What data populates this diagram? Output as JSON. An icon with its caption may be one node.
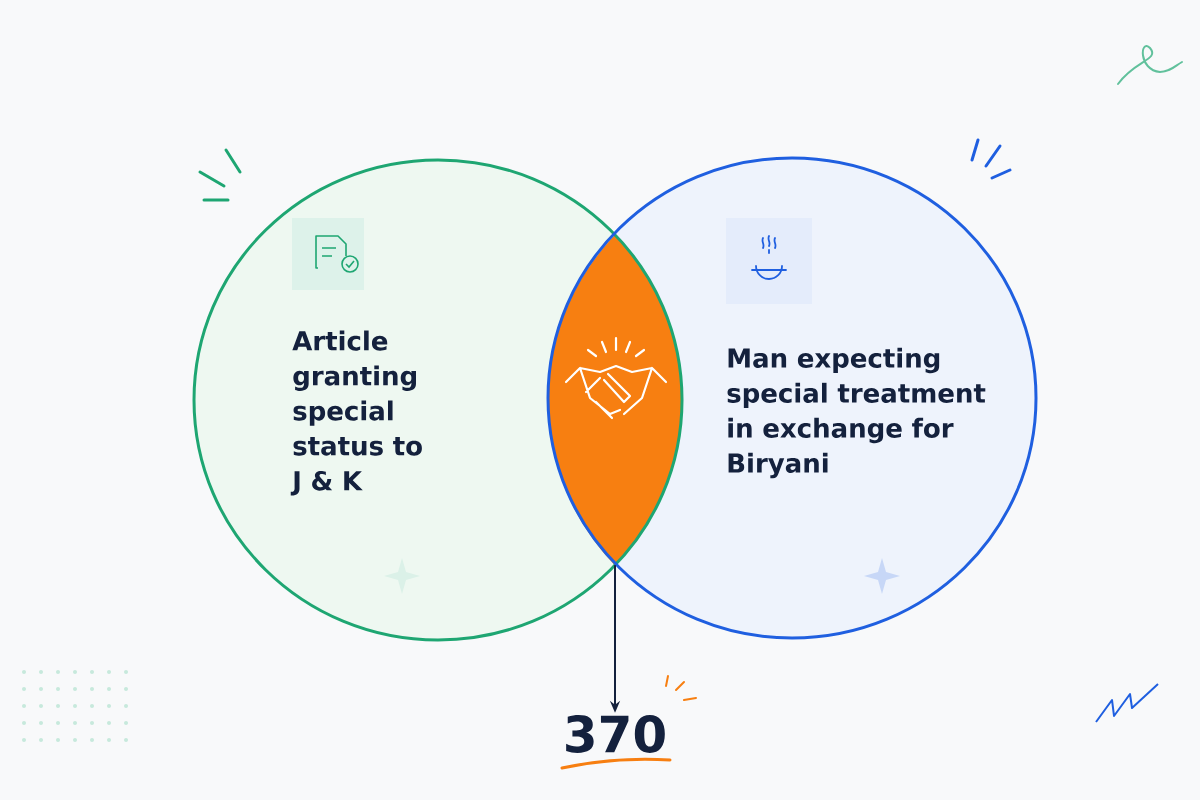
{
  "diagram": {
    "nodes": [
      {
        "text": [
          "Article granting special status to J & K"
        ]
      },
      {
        "text": [
          "Man expecting special treatment in exchange for Biryani"
        ]
      },
      {
        "text": [],
        "shape": "lens"
      },
      {
        "text": [
          "370"
        ]
      }
    ],
    "edges": [
      {
        "from": 2,
        "to": 3,
        "arrow": "to"
      }
    ]
  }
}
